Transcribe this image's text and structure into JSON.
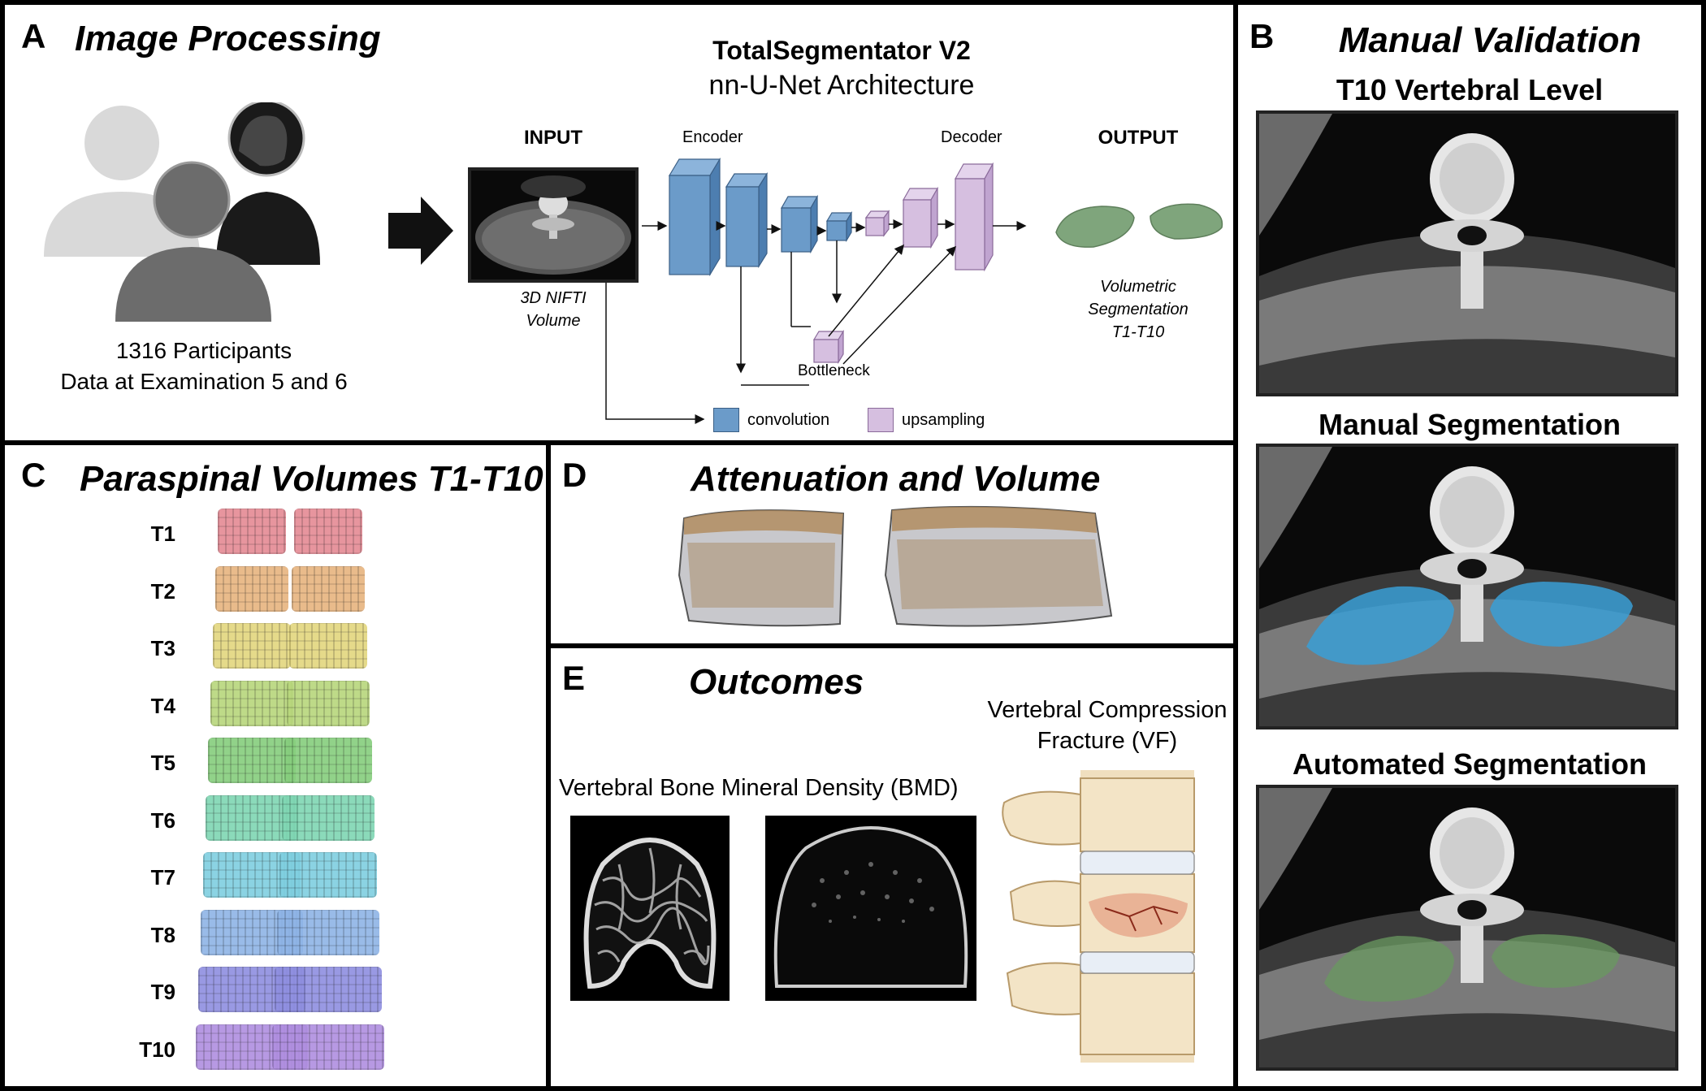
{
  "panelA": {
    "letter": "A",
    "title": "Image Processing",
    "participants_count": "1316 Participants",
    "participants_exam": "Data at Examination 5 and 6",
    "model_name": "TotalSegmentator V2",
    "architecture": "nn-U-Net Architecture",
    "input_label": "INPUT",
    "input_caption_1": "3D NIFTI",
    "input_caption_2": "Volume",
    "encoder_label": "Encoder",
    "decoder_label": "Decoder",
    "bottleneck_label": "Bottleneck",
    "output_label": "OUTPUT",
    "output_caption_1": "Volumetric",
    "output_caption_2": "Segmentation",
    "output_caption_3": "T1-T10",
    "legend_conv": "convolution",
    "legend_up": "upsampling",
    "colors": {
      "conv": "#6b9bc9",
      "up": "#d6bfe0",
      "output": "#7fa57c"
    }
  },
  "panelB": {
    "letter": "B",
    "title": "Manual Validation",
    "subtitle": "T10 Vertebral Level",
    "manual_label": "Manual Segmentation",
    "auto_label": "Automated Segmentation",
    "colors": {
      "manual": "#3a9fd6",
      "auto": "#6a9a60"
    }
  },
  "panelC": {
    "letter": "C",
    "title": "Paraspinal Volumes T1-T10",
    "levels": [
      {
        "label": "T1",
        "color": "#e58a94"
      },
      {
        "label": "T2",
        "color": "#e7b47f"
      },
      {
        "label": "T3",
        "color": "#e3d67e"
      },
      {
        "label": "T4",
        "color": "#b8d77c"
      },
      {
        "label": "T5",
        "color": "#86ce7d"
      },
      {
        "label": "T6",
        "color": "#7fd6b3"
      },
      {
        "label": "T7",
        "color": "#7fcfe0"
      },
      {
        "label": "T8",
        "color": "#8eb4e6"
      },
      {
        "label": "T9",
        "color": "#8f8fe0"
      },
      {
        "label": "T10",
        "color": "#b08fe0"
      }
    ]
  },
  "panelD": {
    "letter": "D",
    "title": "Attenuation and Volume"
  },
  "panelE": {
    "letter": "E",
    "title": "Outcomes",
    "bmd_label": "Vertebral Bone Mineral Density (BMD)",
    "vf_label_1": "Vertebral Compression",
    "vf_label_2": "Fracture (VF)"
  }
}
